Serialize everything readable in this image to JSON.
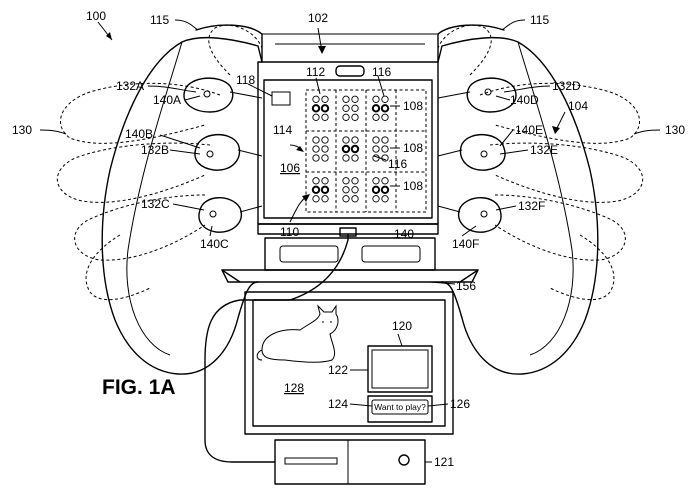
{
  "figure": {
    "caption": "FIG. 1A"
  },
  "labels": {
    "system": "100",
    "top_screen": "102",
    "controller": "104",
    "grip_left": "115",
    "grip_right": "115",
    "fingers_left": "130",
    "fingers_right": "130",
    "pad_140A": "140A",
    "pad_140B": "140B",
    "pad_140C": "140C",
    "pad_140D": "140D",
    "pad_140E": "140E",
    "pad_140F": "140F",
    "btn_132A": "132A",
    "btn_132B": "132B",
    "btn_132C": "132C",
    "btn_132D": "132D",
    "btn_132E": "132E",
    "btn_132F": "132F",
    "icon_118": "118",
    "grid_112": "112",
    "cell_116_top": "116",
    "cell_116_mid": "116",
    "row_108_1": "108",
    "row_108_2": "108",
    "row_108_3": "108",
    "arrow_114": "114",
    "screen_106": "106",
    "display_110": "110",
    "cable_140": "140",
    "base_156": "156",
    "monitor_120": "120",
    "window_122": "122",
    "prompt_124": "124",
    "prompt_126": "126",
    "tv_128": "128",
    "console_121": "121"
  },
  "dialog": {
    "prompt_text": "Want to play?"
  }
}
